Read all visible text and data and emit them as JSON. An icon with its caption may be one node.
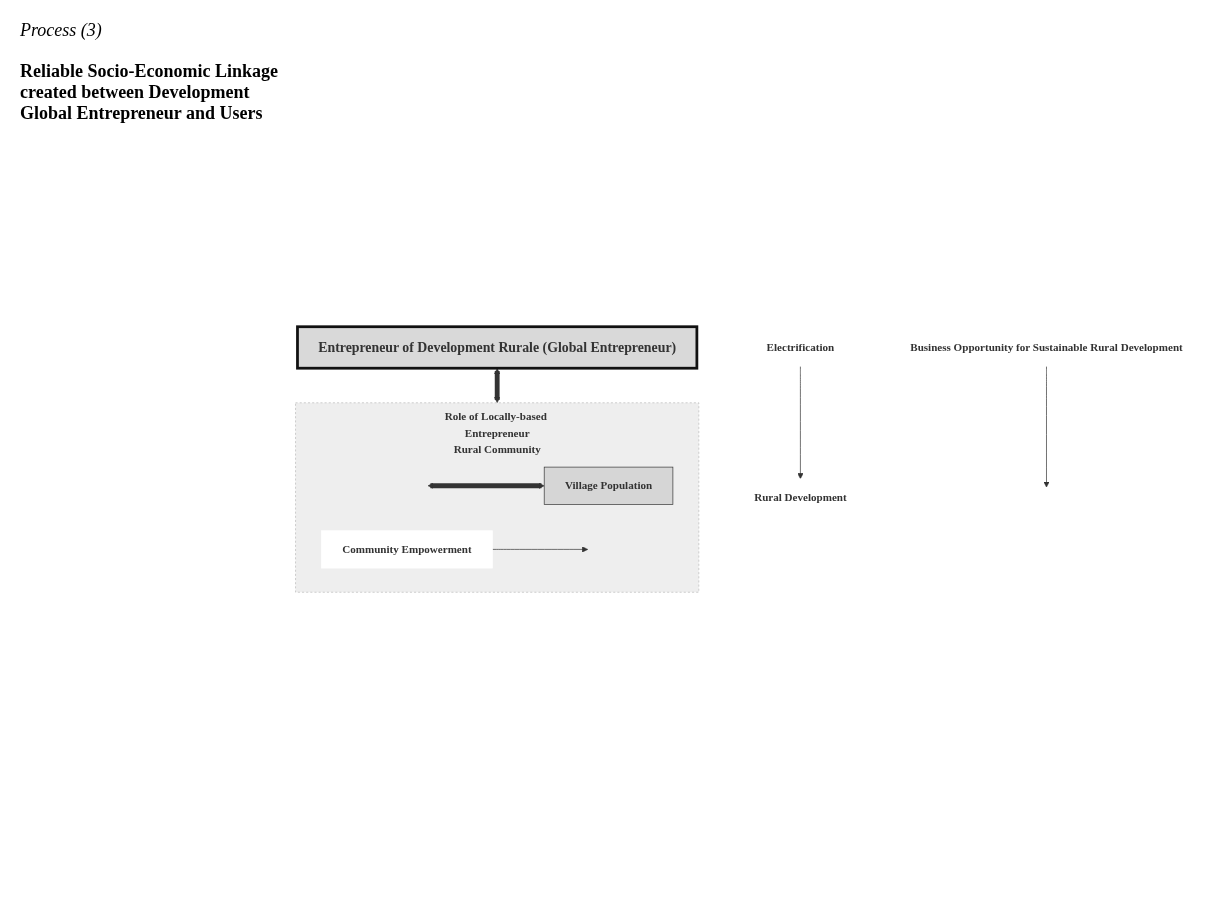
{
  "diagram": {
    "nodes": [
      {
        "text": [
          "Entrepreneur of Development Rurale (Global Entrepreneur)"
        ]
      },
      {
        "text": [
          "Role of Locally-based Entrepreneur",
          "Rural Community"
        ]
      },
      {
        "text": [
          "Village Population"
        ],
        "in": 1
      },
      {
        "text": [
          "Electrification"
        ]
      },
      {
        "text": [
          "Rural Development"
        ]
      },
      {
        "text": [
          "Business Opportunity for Sustainable Rural Development"
        ]
      },
      {
        "text": [
          "Community Empowerment"
        ],
        "in": 1
      }
    ],
    "edges": [
      {
        "from": 0,
        "to": 1,
        "arrow": "both",
        "style": "thick"
      },
      {
        "from": null,
        "to": 2,
        "arrow": "both",
        "style": "thick"
      },
      {
        "from": 3,
        "to": 4,
        "arrow": "to"
      },
      {
        "from": 5,
        "to": null,
        "arrow": "to"
      },
      {
        "from": 6,
        "to": null,
        "arrow": "to"
      }
    ],
    "labels": [
      "Process (3)",
      "Reliable Socio-Economic Linkage created between Development Global Entrepreneur and Users"
    ]
  }
}
